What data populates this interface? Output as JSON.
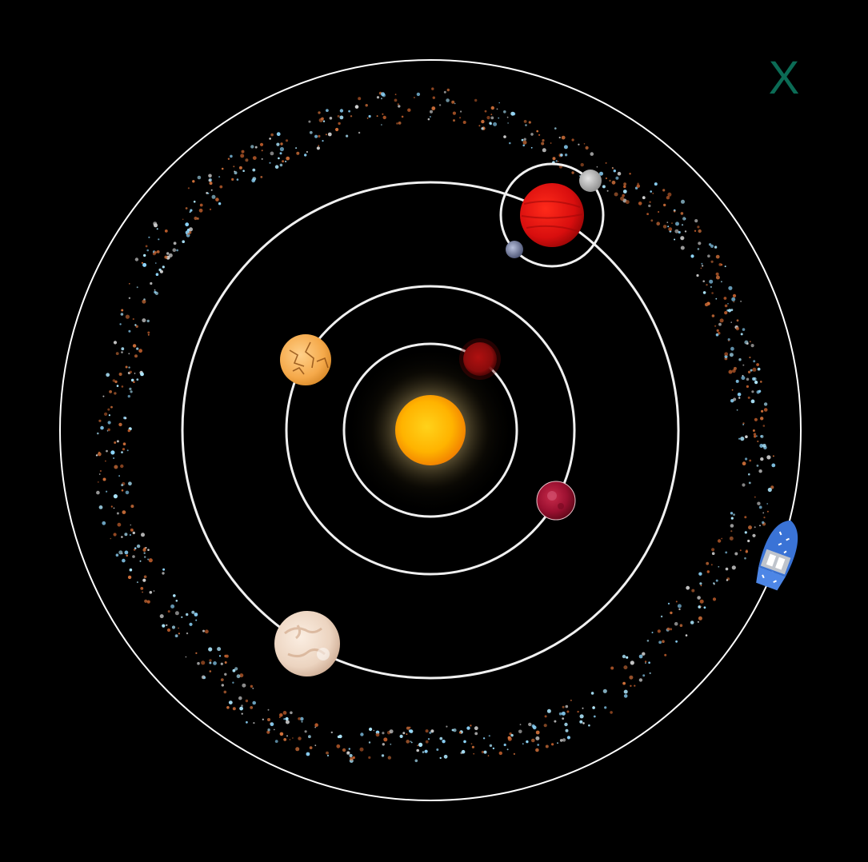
{
  "game": {
    "close_label": "X",
    "close_color": "#0b6b55"
  },
  "system": {
    "sun": {
      "name": "sun",
      "core_color": "#ffb300",
      "glow_color": "#fff1b0"
    },
    "orbit_color": "#ffffff",
    "orbits": [
      {
        "name": "orbit-1"
      },
      {
        "name": "orbit-2"
      },
      {
        "name": "orbit-3"
      },
      {
        "name": "outer-orbit"
      }
    ],
    "planets": [
      {
        "name": "planet-dark-red",
        "icon": "dark-red-planet-icon",
        "color": "#9a0d0d"
      },
      {
        "name": "planet-crimson",
        "icon": "crimson-planet-icon",
        "color": "#a3122a"
      },
      {
        "name": "planet-orange",
        "icon": "orange-cracked-planet-icon",
        "color": "#f7b35a"
      },
      {
        "name": "planet-red-gas-giant",
        "icon": "red-gas-giant-icon",
        "color": "#e01010"
      },
      {
        "name": "planet-pale",
        "icon": "pale-marbled-planet-icon",
        "color": "#f0dccc"
      }
    ],
    "moons": [
      {
        "name": "moon-grey",
        "icon": "grey-moon-icon",
        "color": "#bdbdbd"
      },
      {
        "name": "moon-blue-grey",
        "icon": "blue-grey-moon-icon",
        "color": "#8a93b0"
      }
    ],
    "asteroid_colors": [
      "#b85a2a",
      "#8fd8ff",
      "#cfcfcf",
      "#d0703a",
      "#aee8ff"
    ],
    "ship": {
      "name": "player-ship",
      "icon": "blue-rocket-ship-icon",
      "color": "#3a73d6"
    }
  }
}
